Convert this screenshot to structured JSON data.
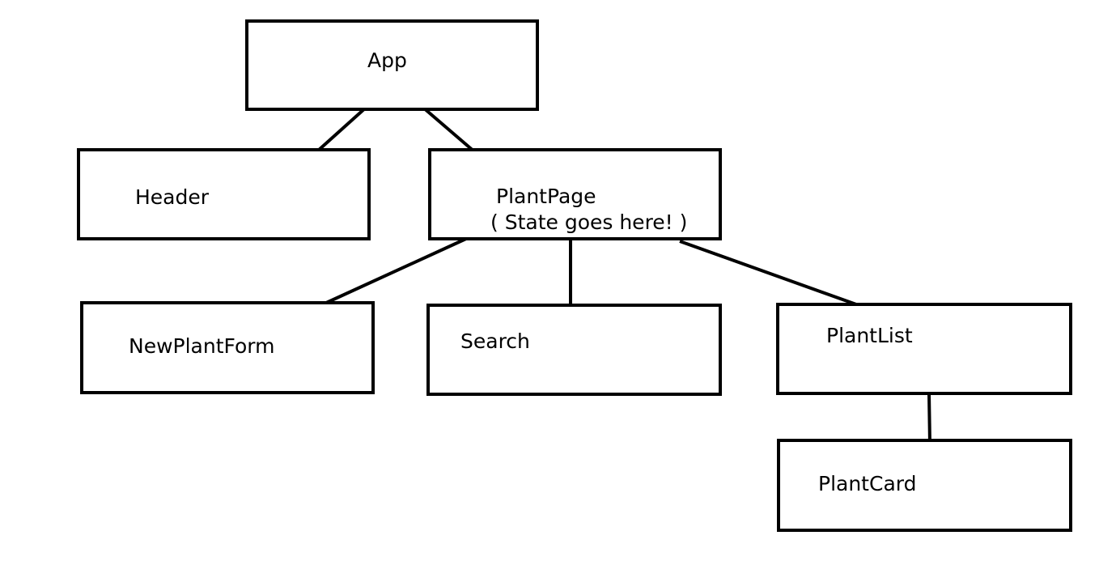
{
  "diagram": {
    "nodes": {
      "app": {
        "label": "App"
      },
      "header": {
        "label": "Header"
      },
      "plantpage": {
        "label": "PlantPage",
        "note": "( State goes here! )"
      },
      "newplantform": {
        "label": "NewPlantForm"
      },
      "search": {
        "label": "Search"
      },
      "plantlist": {
        "label": "PlantList"
      },
      "plantcard": {
        "label": "PlantCard"
      }
    },
    "edges": [
      {
        "from": "App",
        "to": "Header"
      },
      {
        "from": "App",
        "to": "PlantPage"
      },
      {
        "from": "PlantPage",
        "to": "NewPlantForm"
      },
      {
        "from": "PlantPage",
        "to": "Search"
      },
      {
        "from": "PlantPage",
        "to": "PlantList"
      },
      {
        "from": "PlantList",
        "to": "PlantCard"
      }
    ],
    "colors": {
      "stroke": "#000000",
      "background": "#ffffff",
      "text": "#000000"
    }
  }
}
